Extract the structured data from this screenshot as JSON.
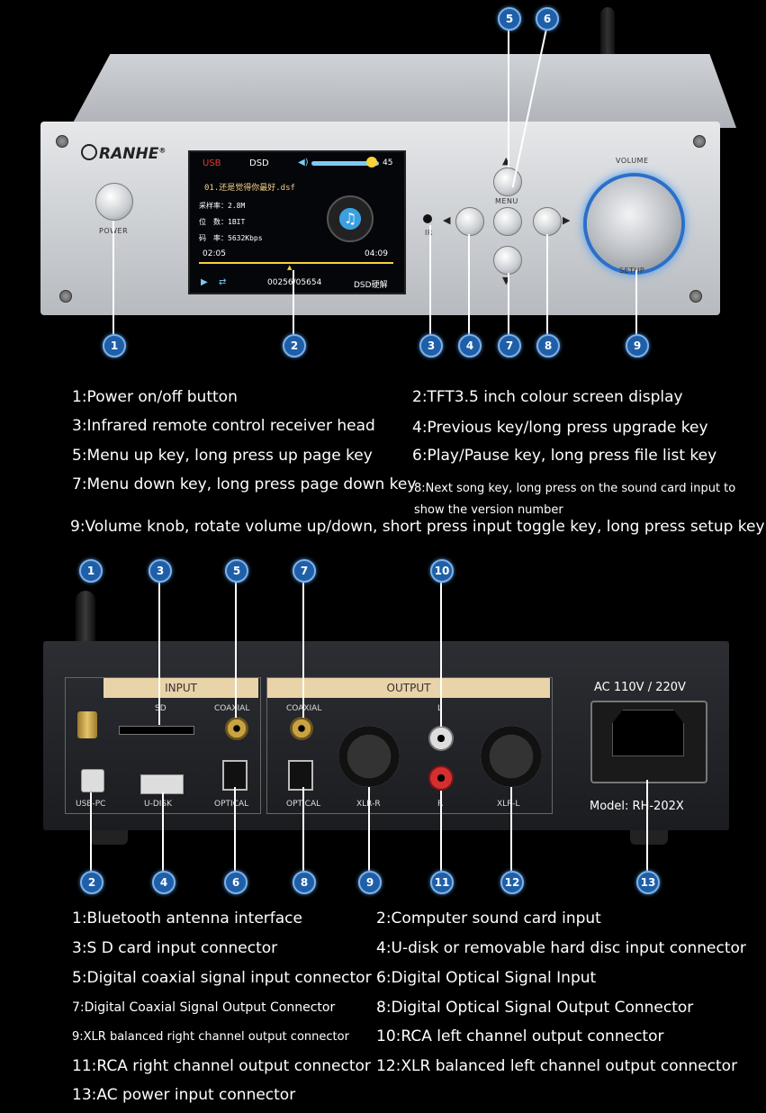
{
  "brand": "RANHE",
  "brand_mark": "®",
  "front": {
    "power_label": "POWER",
    "volume_label": "VOLUME",
    "setup_label": "SETUP",
    "menu_label": "MENU",
    "ir_label": "IR",
    "screen": {
      "usb": "USB",
      "dsd": "DSD",
      "volume_value": "45",
      "song": "01.还是觉得你最好.dsf",
      "rate": "采样率：2.8M",
      "bits": "位　数：1BIT",
      "bitrate": "码　率：5632Kbps",
      "time_elapsed": "02:05",
      "time_total": "04:09",
      "track": "00256/05654",
      "mode": "DSD硬解"
    },
    "badges": [
      "1",
      "2",
      "3",
      "4",
      "5",
      "6",
      "7",
      "8",
      "9"
    ]
  },
  "front_descriptions": [
    "1:Power on/off button",
    "2:TFT3.5 inch colour screen display",
    "3:Infrared remote control receiver head",
    "4:Previous key/long press upgrade key",
    "5:Menu up key, long press up page key",
    "6:Play/Pause key, long press file list key",
    "7:Menu down key, long press page down key",
    "8:Next song key, long press on the sound card input to show the version number",
    "9:Volume knob, rotate volume up/down, short press input toggle key, long press setup key"
  ],
  "rear": {
    "input_label": "INPUT",
    "output_label": "OUTPUT",
    "sd_label": "SD",
    "coaxial_in_label": "COAXIAL",
    "usb_pc_label": "USB-PC",
    "udisk_label": "U-DISK",
    "optical_in_label": "OPTICAL",
    "coaxial_out_label": "COAXIAL",
    "optical_out_label": "OPTICAL",
    "l_label": "L",
    "r_label": "R",
    "xlr_r_label": "XLR-R",
    "xlr_l_label": "XLR-L",
    "ac_label": "AC 110V / 220V",
    "model_label": "Model: RH-202X",
    "badges": [
      "1",
      "2",
      "3",
      "4",
      "5",
      "6",
      "7",
      "8",
      "9",
      "10",
      "11",
      "12",
      "13"
    ]
  },
  "rear_descriptions": [
    "1:Bluetooth antenna interface",
    "2:Computer sound card input",
    "3:S D card input connector",
    "4:U-disk or removable hard disc input connector",
    "5:Digital coaxial signal input connector",
    "6:Digital Optical Signal Input",
    "7:Digital Coaxial Signal Output Connector",
    "8:Digital Optical Signal Output Connector",
    "9:XLR balanced right channel output connector",
    "10:RCA left channel output connector",
    "11:RCA right channel output connector",
    "12:XLR balanced left channel output connector",
    "13:AC power input connector"
  ],
  "colors": {
    "badge": "#1f5fa8",
    "accent_blue": "#4d9cf0",
    "strip": "#e9d3a8"
  }
}
